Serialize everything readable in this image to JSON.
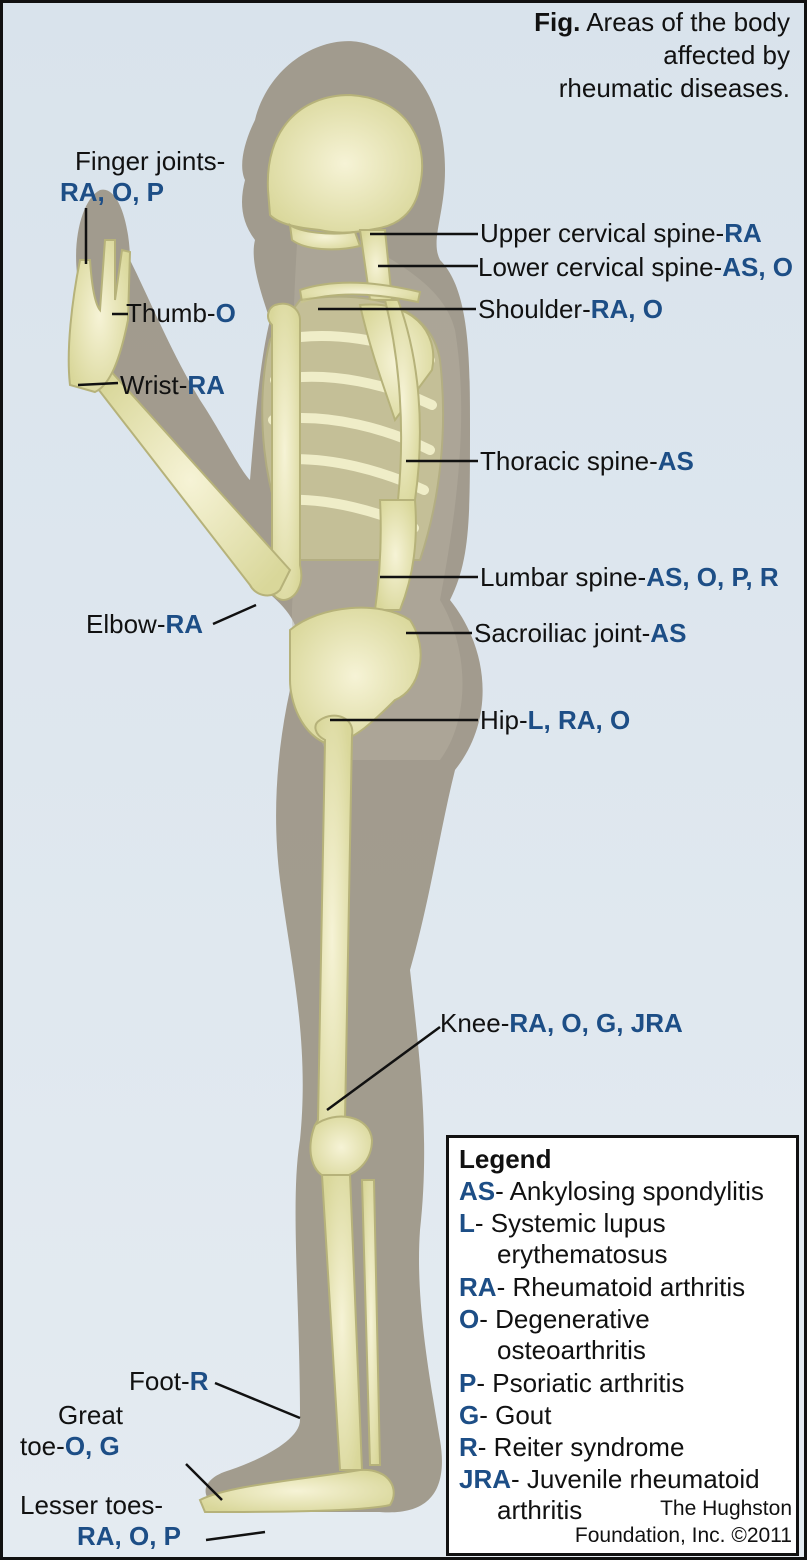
{
  "title": {
    "bold": "Fig.",
    "text": "Areas of the body affected by rheumatic diseases.",
    "lines": [
      "Areas of the body",
      "affected by",
      "rheumatic diseases."
    ]
  },
  "labels": {
    "finger_joints": {
      "name": "Finger joints-",
      "codes": "RA, O, P"
    },
    "thumb": {
      "name": "Thumb-",
      "codes": "O"
    },
    "wrist": {
      "name": "Wrist-",
      "codes": "RA"
    },
    "upper_cervical": {
      "name": "Upper cervical spine-",
      "codes": "RA"
    },
    "lower_cervical": {
      "name": "Lower cervical spine-",
      "codes": "AS, O"
    },
    "shoulder": {
      "name": "Shoulder-",
      "codes": "RA, O"
    },
    "thoracic": {
      "name": "Thoracic spine-",
      "codes": "AS"
    },
    "lumbar": {
      "name": "Lumbar spine-",
      "codes": "AS, O, P, R"
    },
    "elbow": {
      "name": "Elbow-",
      "codes": "RA"
    },
    "sacroiliac": {
      "name": "Sacroiliac joint-",
      "codes": "AS"
    },
    "hip": {
      "name": "Hip-",
      "codes": "L, RA, O"
    },
    "knee": {
      "name": "Knee-",
      "codes": "RA, O, G, JRA"
    },
    "foot": {
      "name": "Foot-",
      "codes": "R"
    },
    "great_toe": {
      "name1": "Great",
      "name2": "toe-",
      "codes": "O, G"
    },
    "lesser_toes": {
      "name": "Lesser toes-",
      "codes": "RA, O, P"
    }
  },
  "legend": {
    "title": "Legend",
    "items": [
      {
        "code": "AS",
        "text": "- Ankylosing spondylitis",
        "cont": ""
      },
      {
        "code": "L",
        "text": "- Systemic lupus",
        "cont": "erythematosus"
      },
      {
        "code": "RA",
        "text": "- Rheumatoid arthritis",
        "cont": ""
      },
      {
        "code": "O",
        "text": "- Degenerative",
        "cont": "osteoarthritis"
      },
      {
        "code": "P",
        "text": "- Psoriatic arthritis",
        "cont": ""
      },
      {
        "code": "G",
        "text": "- Gout",
        "cont": ""
      },
      {
        "code": "R",
        "text": "- Reiter syndrome",
        "cont": ""
      },
      {
        "code": "JRA",
        "text": "- Juvenile rheumatoid",
        "cont": "arthritis"
      }
    ]
  },
  "credit": {
    "line1": "The Hughston",
    "line2": "Foundation, Inc. ©2011"
  },
  "colors": {
    "code": "#1d4e86",
    "background": "#dde6ee",
    "body": "#9b9484",
    "bone": "#ecebc3"
  }
}
